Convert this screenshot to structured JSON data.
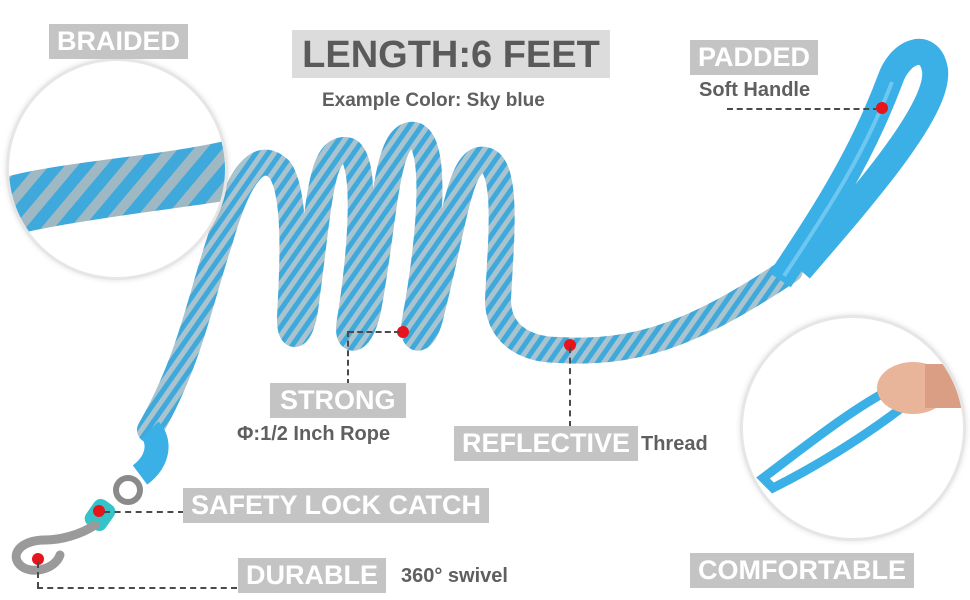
{
  "title": "LENGTH:6 FEET",
  "subtitle": "Example Color: Sky blue",
  "labels": {
    "braided": "BRAIDED",
    "padded": "PADDED",
    "padded_sub": "Soft Handle",
    "strong": "STRONG",
    "strong_sub": "Φ:1/2 Inch Rope",
    "reflective": "REFLECTIVE",
    "reflective_sub": "Thread",
    "safety": "SAFETY LOCK CATCH",
    "durable": "DURABLE",
    "durable_sub": "360° swivel",
    "comfortable": "COMFORTABLE"
  },
  "colors": {
    "tag_bg": "#c4c4c4",
    "rope_blue": "#3fa9dc",
    "rope_grey": "#a9c4cf",
    "handle_blue": "#3ab0e6",
    "marker_red": "#e8141b"
  }
}
